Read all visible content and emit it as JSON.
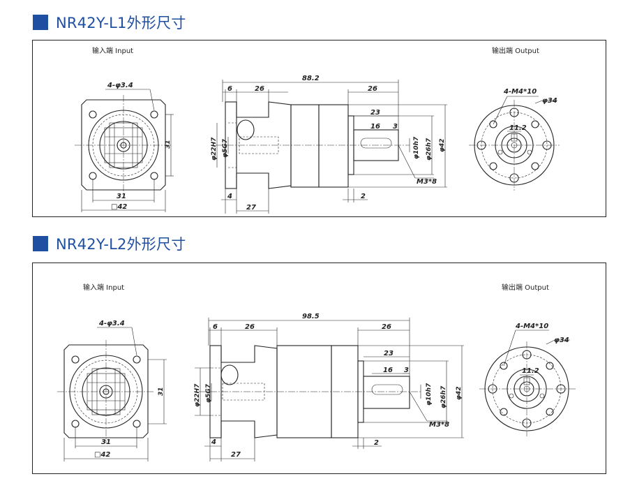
{
  "sections": [
    {
      "title": "NR42Y-L1外形尺寸",
      "input_label": "输入端 Input",
      "output_label": "输出端 Output",
      "dims": {
        "holes_in": "4-φ3.4",
        "pcd_in_h": "31",
        "pcd_in_v": "31",
        "square": "□42",
        "total_len": "88.2",
        "flange_t": "6",
        "in_body": "26",
        "shaft_len": "26",
        "shaft_23": "23",
        "key_16": "16",
        "key_3": "3",
        "bore_22": "φ22H7",
        "bore_5": "φ5G7",
        "shaft_10": "φ10h7",
        "spigot_26": "φ26h7",
        "body_42": "φ42",
        "thread": "M3*8",
        "dim_4": "4",
        "dim_27": "27",
        "dim_2": "2",
        "holes_out": "4-M4*10",
        "pcd_out": "φ34",
        "key_h": "11.2"
      }
    },
    {
      "title": "NR42Y-L2外形尺寸",
      "input_label": "输入端 Input",
      "output_label": "输出端 Output",
      "dims": {
        "holes_in": "4-φ3.4",
        "pcd_in_h": "31",
        "pcd_in_v": "31",
        "square": "□42",
        "total_len": "98.5",
        "flange_t": "6",
        "in_body": "26",
        "shaft_len": "26",
        "shaft_23": "23",
        "key_16": "16",
        "key_3": "3",
        "bore_22": "φ22H7",
        "bore_5": "φ5G7",
        "shaft_10": "φ10h7",
        "spigot_26": "φ26h7",
        "body_42": "φ42",
        "thread": "M3*8",
        "dim_4": "4",
        "dim_27": "27",
        "dim_2": "2",
        "holes_out": "4-M4*10",
        "pcd_out": "φ34",
        "key_h": "11.2"
      }
    }
  ]
}
